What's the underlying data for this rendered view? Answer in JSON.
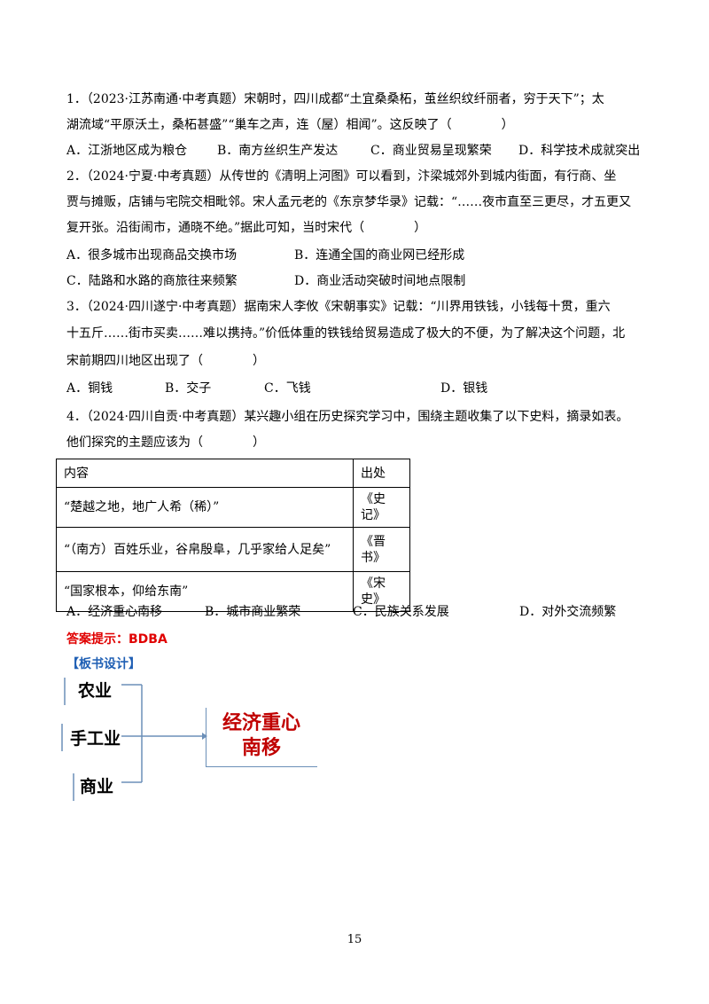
{
  "q1": {
    "line1": "1．（2023·江苏南通·中考真题）宋朝时，四川成都“土宜桑桑柘，茧丝织纹纤丽者，穷于天下”；太",
    "line2": "湖流域“平原沃土，桑柘甚盛”“巢车之声，连（屋）相闻”。这反映了（　　　　）",
    "options": [
      "A．江浙地区成为粮仓",
      "B．南方丝织生产发达",
      "C．商业贸易呈现繁荣",
      "D．科学技术成就突出"
    ]
  },
  "q2": {
    "line1": "2．（2024·宁夏·中考真题）从传世的《清明上河图》可以看到，汴梁城郊外到城内街面，有行商、坐",
    "line2": "贾与摊贩，店铺与宅院交相毗邻。宋人孟元老的《东京梦华录》记载：“……夜市直至三更尽，才五更又",
    "line3": "复开张。沿街闹市，通晓不绝。”据此可知，当时宋代（　　　　）",
    "options": [
      "A．很多城市出现商品交换市场",
      "B．连通全国的商业网已经形成",
      "C．陆路和水路的商旅往来频繁",
      "D．商业活动突破时间地点限制"
    ]
  },
  "q3": {
    "line1": "3．（2024·四川遂宁·中考真题）据南宋人李攸《宋朝事实》记载：“川界用铁钱，小钱每十贯，重六",
    "line2": "十五斤……街市买卖……难以携持。”价低体重的铁钱给贸易造成了极大的不便，为了解决这个问题，北",
    "line3": "宋前期四川地区出现了（　　　　）",
    "options": [
      "A．铜钱",
      "B．交子",
      "C．飞钱",
      "D．银钱"
    ]
  },
  "q4": {
    "line1": "4．（2024·四川自贡·中考真题）某兴趣小组在历史探究学习中，围绕主题收集了以下史料，摘录如表。",
    "line2": "他们探究的主题应该为（　　　　）",
    "table": {
      "headers": [
        "内容",
        "出处"
      ],
      "rows": [
        {
          "content": "“楚越之地，地广人希（稀）”",
          "source": "《史记》"
        },
        {
          "content": "“（南方）百姓乐业，谷帛殷阜，几乎家给人足矣”",
          "source": "《晋书》"
        },
        {
          "content": "“国家根本，仰给东南”",
          "source": "《宋史》"
        }
      ]
    },
    "options": [
      "A．经济重心南移",
      "B．城市商业繁荣",
      "C．民族关系发展",
      "D．对外交流频繁"
    ]
  },
  "answer": "答案提示：BDBA",
  "board": {
    "title": "【板书设计】",
    "nodes": [
      "农业",
      "手工业",
      "商业"
    ],
    "result_line1": "经济重心",
    "result_line2": "南移"
  },
  "page_number": "15"
}
